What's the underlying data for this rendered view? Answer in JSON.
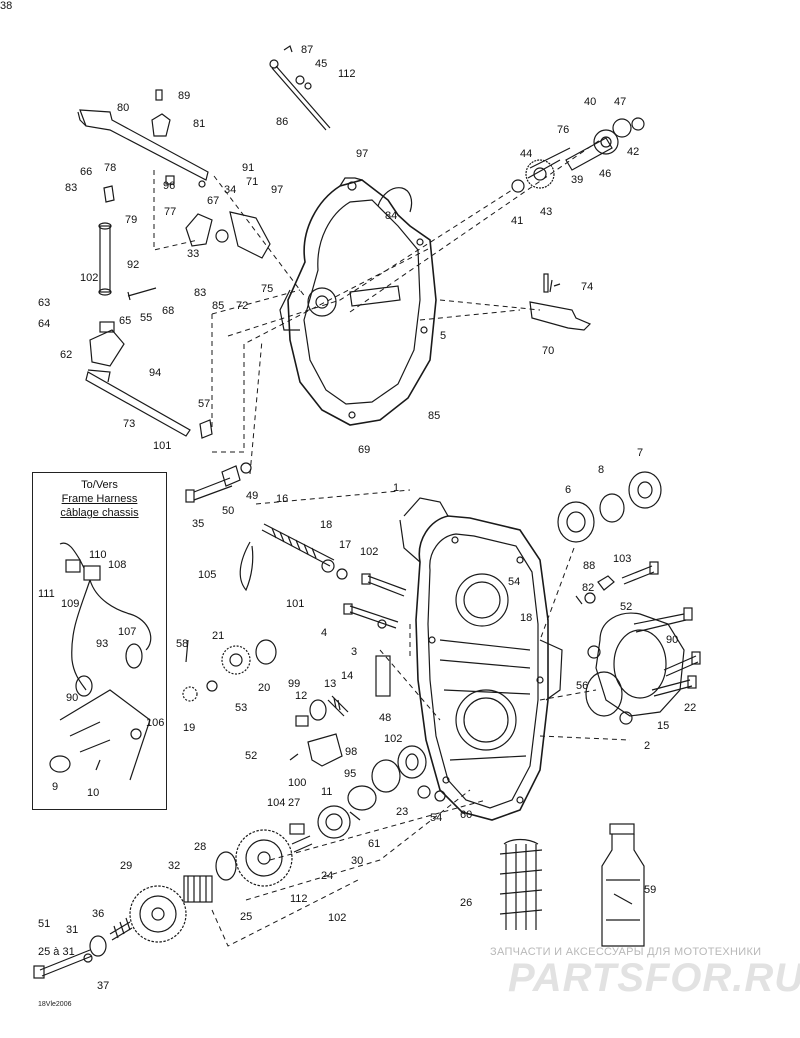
{
  "inset": {
    "title_line1": "To/Vers",
    "title_line2": "Frame Harness",
    "title_line3": "câblage chassis"
  },
  "watermark": {
    "line1": "ЗАПЧАСТИ И АКСЕССУАРЫ ДЛЯ МОТОТЕХНИКИ",
    "line2": "PARTSFOR.RU"
  },
  "reference_code": "18Vle2006",
  "callouts": [
    "87",
    "45",
    "112",
    "89",
    "80",
    "81",
    "86",
    "40",
    "47",
    "76",
    "42",
    "97",
    "44",
    "46",
    "39",
    "91",
    "66",
    "78",
    "96",
    "71",
    "97",
    "83",
    "34",
    "67",
    "79",
    "77",
    "84",
    "43",
    "41",
    "33",
    "92",
    "102",
    "63",
    "55",
    "83",
    "85",
    "72",
    "75",
    "74",
    "68",
    "65",
    "64",
    "5",
    "94",
    "62",
    "70",
    "73",
    "57",
    "85",
    "101",
    "69",
    "7",
    "8",
    "6",
    "1",
    "49",
    "35",
    "50",
    "16",
    "18",
    "17",
    "102",
    "103",
    "88",
    "110",
    "108",
    "105",
    "82",
    "111",
    "109",
    "54",
    "18",
    "52",
    "101",
    "4",
    "107",
    "93",
    "90",
    "58",
    "21",
    "3",
    "56",
    "99",
    "12",
    "13",
    "14",
    "15",
    "53",
    "20",
    "19",
    "22",
    "90",
    "106",
    "48",
    "2",
    "52",
    "102",
    "98",
    "100",
    "11",
    "9",
    "10",
    "95",
    "23",
    "54",
    "60",
    "104",
    "27",
    "28",
    "61",
    "30",
    "29",
    "32",
    "24",
    "26",
    "59",
    "112",
    "25",
    "31",
    "36",
    "51",
    "102",
    "25 à 31",
    "37",
    "38"
  ]
}
